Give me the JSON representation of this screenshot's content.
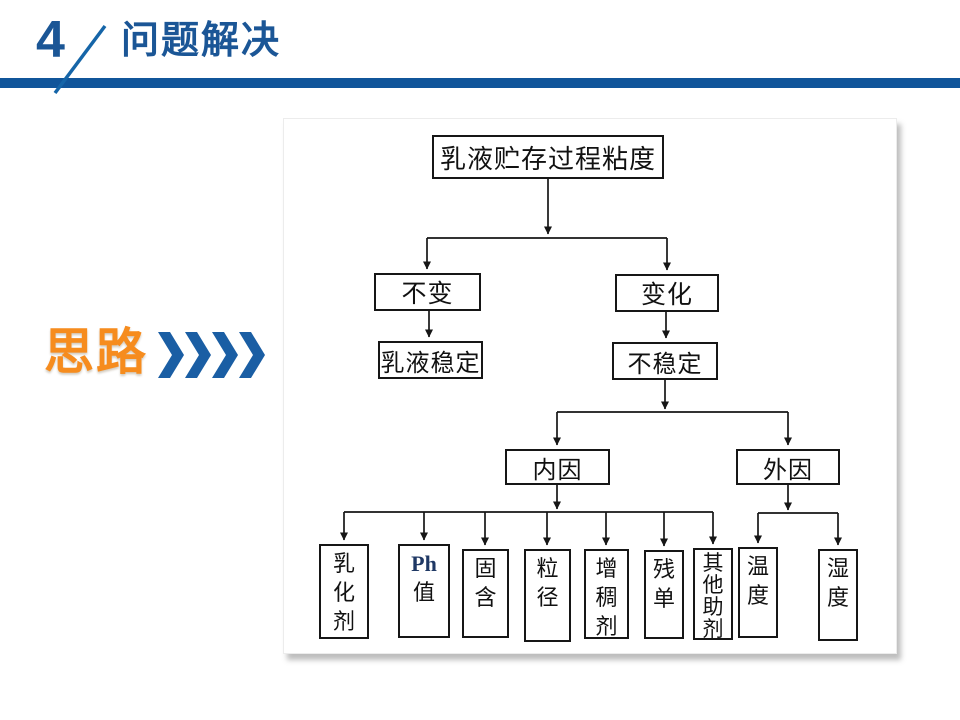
{
  "header": {
    "section_number": "4",
    "title": "问题解决"
  },
  "lead": {
    "label": "思路"
  },
  "flowchart": {
    "nodes": {
      "root": "乳液贮存过程粘度",
      "unchanged": "不变",
      "stable": "乳液稳定",
      "changed": "变化",
      "unstable": "不稳定",
      "internal": "内因",
      "external": "外因"
    },
    "internal_factors": [
      "乳化剂",
      "Ph值",
      "固含",
      "粒径",
      "增稠剂",
      "残单",
      "其他助剂"
    ],
    "external_factors": [
      "温度",
      "湿度"
    ]
  },
  "colors": {
    "accent_blue": "#10559A",
    "title_blue": "#1B5696",
    "chevron_blue": "#1A5EA4",
    "lead_orange": "#F68C1E",
    "line_black": "#161616",
    "latin_navy": "#1F3864"
  }
}
